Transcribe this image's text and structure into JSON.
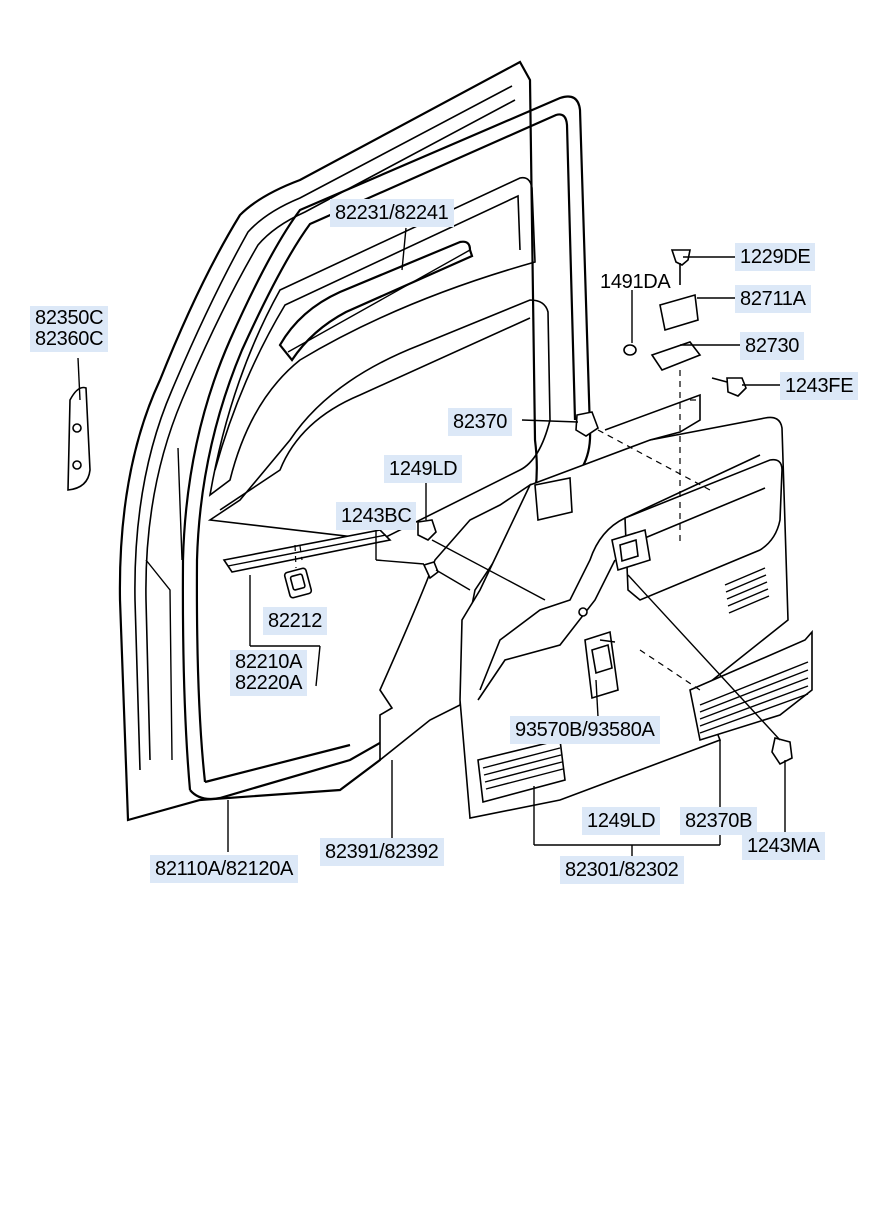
{
  "diagram": {
    "labels": {
      "p82231": "82231/82241",
      "p1229DE": "1229DE",
      "p1491DA": "1491DA",
      "p82711A": "82711A",
      "p82730": "82730",
      "p1243FE": "1243FE",
      "p82370": "82370",
      "p82350C": "82350C",
      "p82360C": "82360C",
      "p1249LD_top": "1249LD",
      "p1243BC": "1243BC",
      "p82212": "82212",
      "p82210A": "82210A",
      "p82220A": "82220A",
      "p93570B": "93570B/93580A",
      "p1249LD_bot": "1249LD",
      "p82370B": "82370B",
      "p1243MA": "1243MA",
      "p82110A": "82110A/82120A",
      "p82391": "82391/82392",
      "p82301": "82301/82302"
    }
  }
}
